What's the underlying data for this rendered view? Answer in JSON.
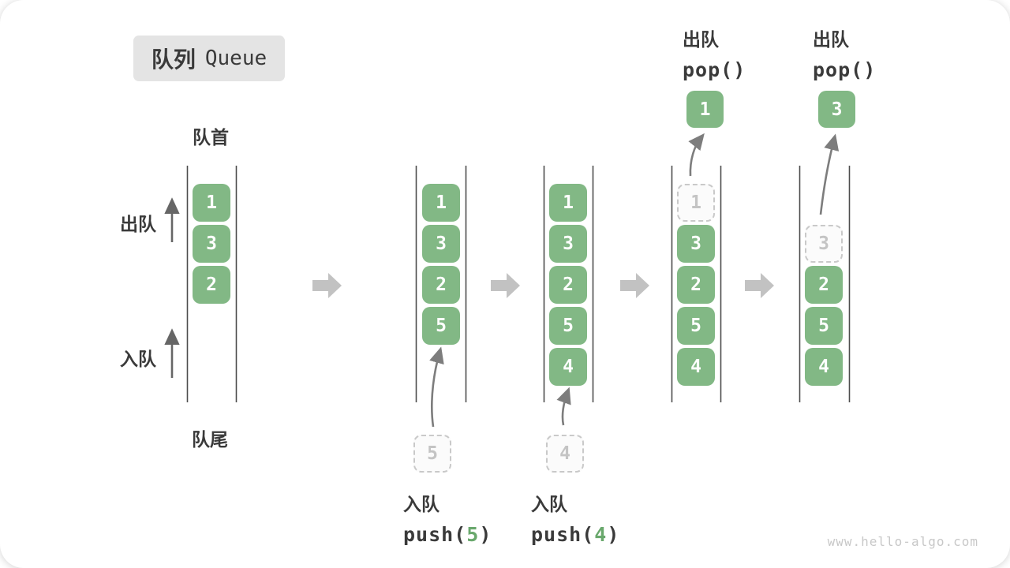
{
  "title": {
    "zh": "队列",
    "en": "Queue"
  },
  "side_labels": {
    "front": "队首",
    "rear": "队尾",
    "dequeue": "出队",
    "enqueue": "入队"
  },
  "colors": {
    "box_green": "#82b885",
    "accent_green": "#69a86c",
    "block_arrow": "#c2c2c2",
    "channel_line": "#4d4d4d",
    "curve_arrow": "#7d7d7d",
    "dashed_border": "#c9c9c9",
    "title_bg": "#e4e4e4",
    "text_dark": "#3a3a3a"
  },
  "states": [
    {
      "boxes": [
        {
          "v": "1"
        },
        {
          "v": "3"
        },
        {
          "v": "2"
        }
      ]
    },
    {
      "boxes": [
        {
          "v": "1"
        },
        {
          "v": "3"
        },
        {
          "v": "2"
        },
        {
          "v": "5"
        }
      ],
      "incoming": {
        "v": "5"
      }
    },
    {
      "boxes": [
        {
          "v": "1"
        },
        {
          "v": "3"
        },
        {
          "v": "2"
        },
        {
          "v": "5"
        },
        {
          "v": "4"
        }
      ],
      "incoming": {
        "v": "4"
      }
    },
    {
      "boxes": [
        {
          "v": "3"
        },
        {
          "v": "2"
        },
        {
          "v": "5"
        },
        {
          "v": "4"
        }
      ],
      "removed": {
        "v": "1"
      },
      "popped": {
        "v": "1"
      }
    },
    {
      "boxes": [
        {
          "v": "2"
        },
        {
          "v": "5"
        },
        {
          "v": "4"
        }
      ],
      "removed": {
        "v": "3"
      },
      "popped": {
        "v": "3"
      }
    }
  ],
  "operations": {
    "push5": {
      "zh": "入队",
      "fn_pre": "push(",
      "arg": "5",
      "fn_post": ")"
    },
    "push4": {
      "zh": "入队",
      "fn_pre": "push(",
      "arg": "4",
      "fn_post": ")"
    },
    "pop1": {
      "zh": "出队",
      "fn": "pop()"
    },
    "pop2": {
      "zh": "出队",
      "fn": "pop()"
    }
  },
  "watermark": "www.hello-algo.com"
}
